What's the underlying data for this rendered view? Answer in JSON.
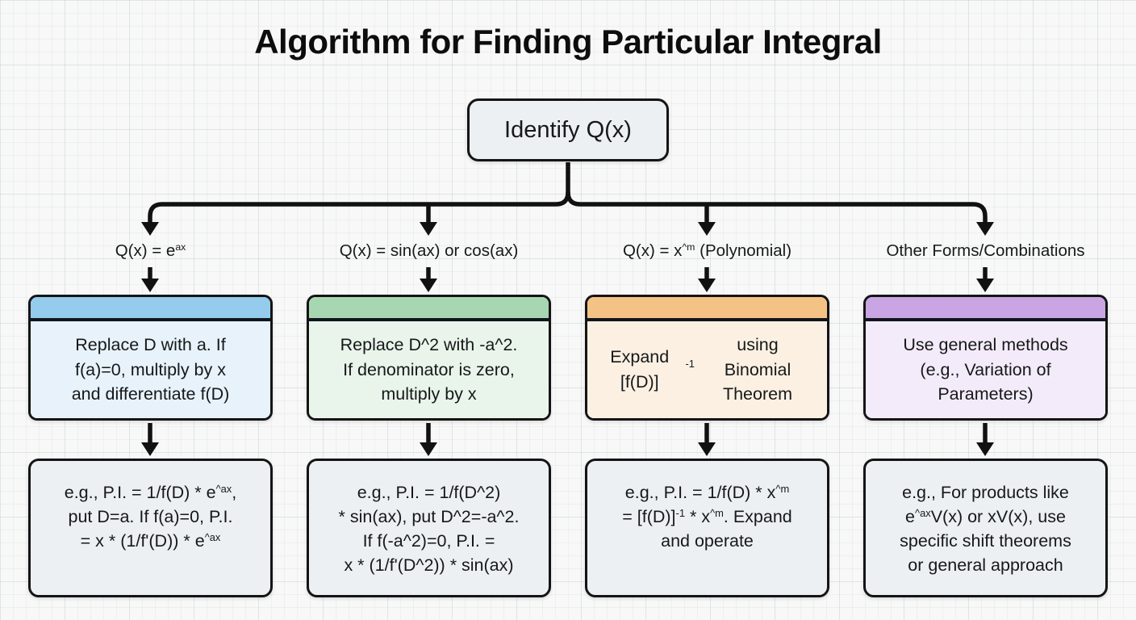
{
  "title": "Algorithm for Finding Particular Integral",
  "root": {
    "label": "Identify Q(x)"
  },
  "diagram_colors": {
    "line": "#111111",
    "neutral_fill": "#edf0f2",
    "border": "#141414"
  },
  "branches": [
    {
      "condition": [
        {
          "text": "Q(x) = e"
        },
        {
          "text": "ax",
          "sup": true
        }
      ],
      "method": [
        {
          "text": "Replace D with a. If\nf(a)=0, multiply by x\nand differentiate f(D)"
        }
      ],
      "example": [
        {
          "text": "e.g., P.I. = 1/f(D) * e"
        },
        {
          "text": "^ax",
          "sup": true
        },
        {
          "text": ",\nput D=a. If f(a)=0, P.I.\n= x * (1/f'(D)) * e"
        },
        {
          "text": "^ax",
          "sup": true
        }
      ],
      "colors": {
        "header": "#95cbec",
        "body": "#e7f2fa"
      }
    },
    {
      "condition": [
        {
          "text": "Q(x) = sin(ax) or cos(ax)"
        }
      ],
      "method": [
        {
          "text": "Replace D^2 with -a^2.\nIf denominator is zero,\nmultiply by x"
        }
      ],
      "example": [
        {
          "text": "e.g., P.I. = 1/f(D^2)\n* sin(ax), put D^2=-a^2.\nIf f(-a^2)=0, P.I. =\nx * (1/f'(D^2)) * sin(ax)"
        }
      ],
      "colors": {
        "header": "#a7d7b0",
        "body": "#e9f4ea"
      }
    },
    {
      "condition": [
        {
          "text": "Q(x) = x"
        },
        {
          "text": "^m",
          "sup": true
        },
        {
          "text": " (Polynomial)"
        }
      ],
      "method": [
        {
          "text": "Expand [f(D)]"
        },
        {
          "text": "-1",
          "sup": true
        },
        {
          "text": " using\nBinomial Theorem"
        }
      ],
      "example": [
        {
          "text": "e.g., P.I. = 1/f(D) * x"
        },
        {
          "text": "^m",
          "sup": true
        },
        {
          "text": "\n= [f(D)]"
        },
        {
          "text": "-1",
          "sup": true
        },
        {
          "text": " * x"
        },
        {
          "text": "^m",
          "sup": true
        },
        {
          "text": ". Expand\nand operate"
        }
      ],
      "colors": {
        "header": "#f4c285",
        "body": "#fbf0e2"
      }
    },
    {
      "condition": [
        {
          "text": "Other Forms/Combinations"
        }
      ],
      "method": [
        {
          "text": "Use general methods\n(e.g., Variation of\nParameters)"
        }
      ],
      "example": [
        {
          "text": "e.g., For products like\ne"
        },
        {
          "text": "^ax",
          "sup": true
        },
        {
          "text": "V(x) or xV(x), use\nspecific shift theorems\nor general approach"
        }
      ],
      "colors": {
        "header": "#c9a6e3",
        "body": "#f3ebf9"
      }
    }
  ]
}
